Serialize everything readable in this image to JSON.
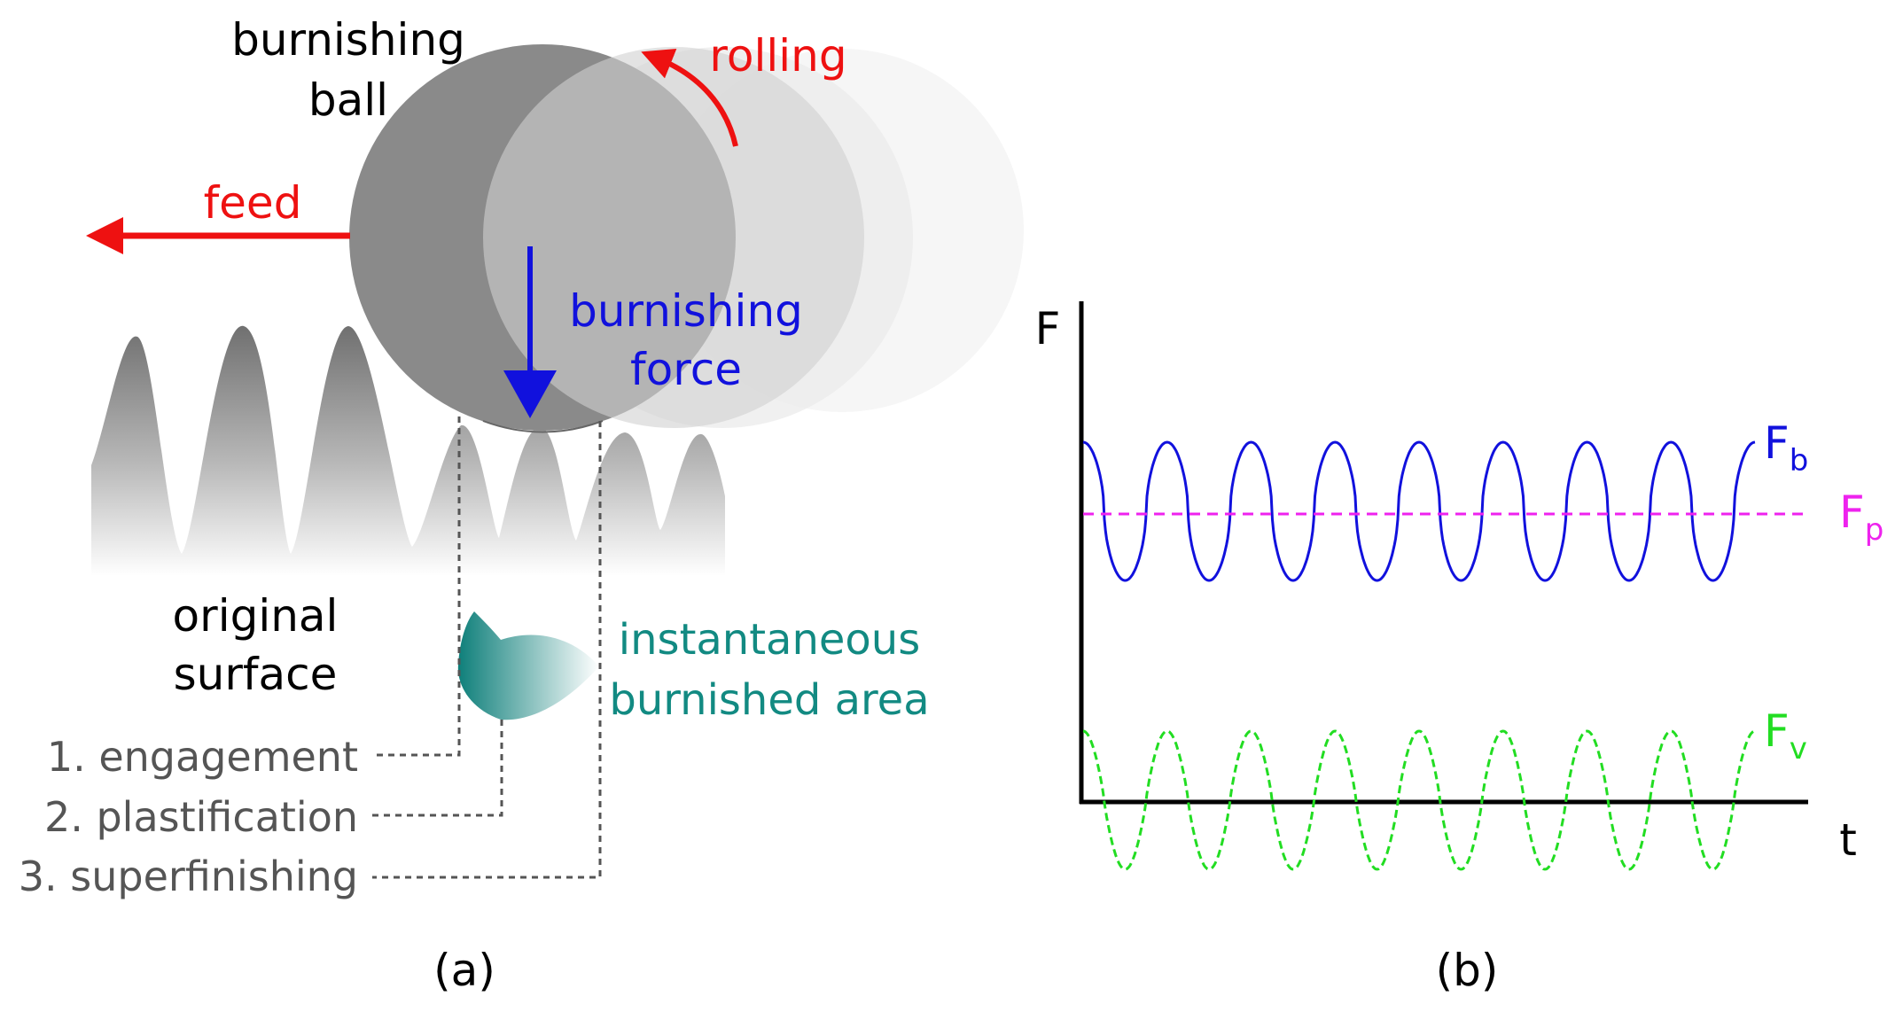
{
  "panel_a": {
    "ball_label_1": "burnishing",
    "ball_label_2": "ball",
    "rolling_label": "rolling",
    "feed_label": "feed",
    "force_label_1": "burnishing",
    "force_label_2": "force",
    "surface_label_1": "original",
    "surface_label_2": "surface",
    "area_label_1": "instantaneous",
    "area_label_2": "burnished area",
    "phase_1": "1. engagement",
    "phase_2": "2. plastification",
    "phase_3": "3. superfinishing",
    "caption": "(a)"
  },
  "panel_b": {
    "y_axis_label": "F",
    "x_axis_label": "t",
    "fb_main": "F",
    "fb_sub": "b",
    "fp_main": "F",
    "fp_sub": "p",
    "fv_main": "F",
    "fv_sub": "v",
    "caption": "(b)",
    "cycles": 8
  },
  "colors": {
    "red": "#ee1111",
    "blue": "#1111dd",
    "magenta": "#ee22ee",
    "green": "#22dd22",
    "teal": "#128a82",
    "gray_text": "#555555",
    "black": "#000000"
  }
}
